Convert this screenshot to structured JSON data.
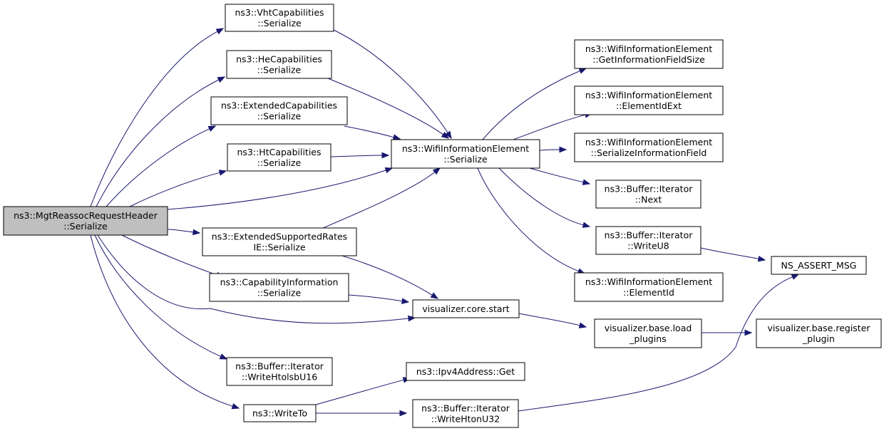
{
  "graph": {
    "colors": {
      "edge": "#191970",
      "root_fill": "#bfbfbf",
      "node_fill": "#ffffff",
      "border": "#000000"
    },
    "nodes": {
      "mgt_reassoc": {
        "lines": [
          "ns3::MgtReassocRequestHeader",
          "::Serialize"
        ],
        "root": true
      },
      "vht_serialize": {
        "lines": [
          "ns3::VhtCapabilities",
          "::Serialize"
        ]
      },
      "he_serialize": {
        "lines": [
          "ns3::HeCapabilities",
          "::Serialize"
        ]
      },
      "ext_cap_serialize": {
        "lines": [
          "ns3::ExtendedCapabilities",
          "::Serialize"
        ]
      },
      "ht_serialize": {
        "lines": [
          "ns3::HtCapabilities",
          "::Serialize"
        ]
      },
      "ext_rates_serialize": {
        "lines": [
          "ns3::ExtendedSupportedRates",
          "IE::Serialize"
        ]
      },
      "cap_info_serialize": {
        "lines": [
          "ns3::CapabilityInformation",
          "::Serialize"
        ]
      },
      "write_htolsb_u16": {
        "lines": [
          "ns3::Buffer::Iterator",
          "::WriteHtolsbU16"
        ]
      },
      "write_to": {
        "lines": [
          "ns3::WriteTo"
        ]
      },
      "wie_serialize": {
        "lines": [
          "ns3::WifiInformationElement",
          "::Serialize"
        ]
      },
      "visualizer_start": {
        "lines": [
          "visualizer.core.start"
        ]
      },
      "ipv4_get": {
        "lines": [
          "ns3::Ipv4Address::Get"
        ]
      },
      "write_hton_u32": {
        "lines": [
          "ns3::Buffer::Iterator",
          "::WriteHtonU32"
        ]
      },
      "wie_get_size": {
        "lines": [
          "ns3::WifiInformationElement",
          "::GetInformationFieldSize"
        ]
      },
      "wie_element_id_ext": {
        "lines": [
          "ns3::WifiInformationElement",
          "::ElementIdExt"
        ]
      },
      "wie_serialize_field": {
        "lines": [
          "ns3::WifiInformationElement",
          "::SerializeInformationField"
        ]
      },
      "iter_next": {
        "lines": [
          "ns3::Buffer::Iterator",
          "::Next"
        ]
      },
      "iter_write_u8": {
        "lines": [
          "ns3::Buffer::Iterator",
          "::WriteU8"
        ]
      },
      "wie_element_id": {
        "lines": [
          "ns3::WifiInformationElement",
          "::ElementId"
        ]
      },
      "load_plugins": {
        "lines": [
          "visualizer.base.load",
          "_plugins"
        ]
      },
      "ns_assert_msg": {
        "lines": [
          "NS_ASSERT_MSG"
        ]
      },
      "register_plugin": {
        "lines": [
          "visualizer.base.register",
          "_plugin"
        ]
      }
    },
    "edges": [
      {
        "from": "mgt_reassoc",
        "to": "vht_serialize"
      },
      {
        "from": "mgt_reassoc",
        "to": "he_serialize"
      },
      {
        "from": "mgt_reassoc",
        "to": "ext_cap_serialize"
      },
      {
        "from": "mgt_reassoc",
        "to": "ht_serialize"
      },
      {
        "from": "mgt_reassoc",
        "to": "wie_serialize"
      },
      {
        "from": "mgt_reassoc",
        "to": "ext_rates_serialize"
      },
      {
        "from": "mgt_reassoc",
        "to": "cap_info_serialize"
      },
      {
        "from": "mgt_reassoc",
        "to": "visualizer_start"
      },
      {
        "from": "mgt_reassoc",
        "to": "write_htolsb_u16"
      },
      {
        "from": "mgt_reassoc",
        "to": "write_to"
      },
      {
        "from": "vht_serialize",
        "to": "wie_serialize"
      },
      {
        "from": "he_serialize",
        "to": "wie_serialize"
      },
      {
        "from": "ext_cap_serialize",
        "to": "wie_serialize"
      },
      {
        "from": "ht_serialize",
        "to": "wie_serialize"
      },
      {
        "from": "ext_rates_serialize",
        "to": "wie_serialize"
      },
      {
        "from": "ext_rates_serialize",
        "to": "visualizer_start"
      },
      {
        "from": "cap_info_serialize",
        "to": "visualizer_start"
      },
      {
        "from": "wie_serialize",
        "to": "wie_get_size"
      },
      {
        "from": "wie_serialize",
        "to": "wie_element_id_ext"
      },
      {
        "from": "wie_serialize",
        "to": "wie_serialize_field"
      },
      {
        "from": "wie_serialize",
        "to": "iter_next"
      },
      {
        "from": "wie_serialize",
        "to": "iter_write_u8"
      },
      {
        "from": "wie_serialize",
        "to": "wie_element_id"
      },
      {
        "from": "iter_write_u8",
        "to": "ns_assert_msg"
      },
      {
        "from": "visualizer_start",
        "to": "load_plugins"
      },
      {
        "from": "load_plugins",
        "to": "register_plugin"
      },
      {
        "from": "write_to",
        "to": "ipv4_get"
      },
      {
        "from": "write_to",
        "to": "write_hton_u32"
      },
      {
        "from": "write_hton_u32",
        "to": "ns_assert_msg"
      }
    ]
  }
}
